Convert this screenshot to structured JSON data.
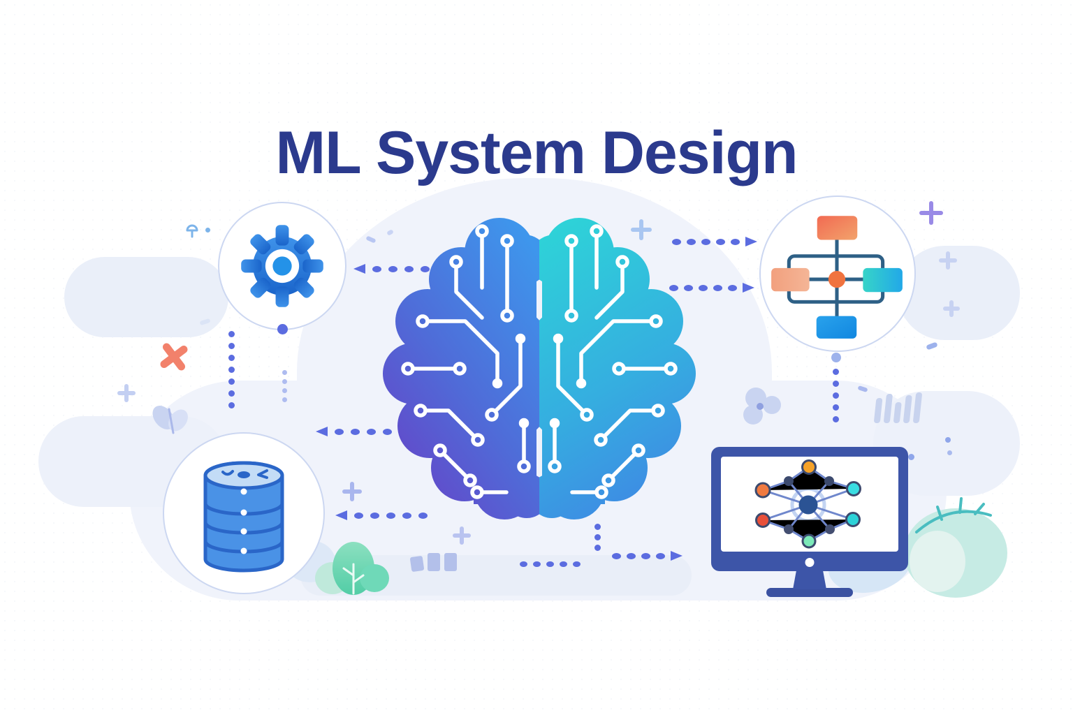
{
  "title": "ML System Design",
  "palette": {
    "title_text": "#2b3a8d",
    "arrow_periwinkle": "#5b6ce0",
    "circle_border": "#ccd7f1",
    "gear_blue_top": "#3f93ea",
    "gear_blue_bottom": "#1a64ca",
    "brain_left_top": "#3e96ec",
    "brain_left_bottom": "#6a3cc4",
    "brain_right_top": "#2ed2d8",
    "brain_right_bottom": "#3f86e4",
    "flowchart_coral": "#f26a52",
    "flowchart_peach": "#f4a688",
    "flowchart_teal": "#36d4c8",
    "flowchart_blue": "#1d9ae8",
    "flowchart_line": "#2e6086",
    "flowchart_center_node": "#f0733f",
    "database_blue": "#4a92e6",
    "database_outline": "#2a66c8",
    "database_top": "#c3dcf6",
    "monitor_navy": "#3d55a8",
    "net_orange": "#f5a229",
    "net_deep_orange": "#f07a40",
    "net_red": "#e8503a",
    "net_mint": "#7ce9b9",
    "net_cyan": "#3adde2",
    "net_center_navy": "#2b5394",
    "decor_coral_spark": "#f2816b",
    "decor_light_periwinkle": "#c9d4f1",
    "plant_mint": "#c6ebe4",
    "plant_teal_branch": "#49bdc0"
  },
  "icons": [
    "gear-icon",
    "flowchart-icon",
    "brain-circuit-icon",
    "database-icon",
    "monitor-neural-network-icon"
  ],
  "arrows": [
    {
      "between": "brain and gear",
      "direction": "left"
    },
    {
      "between": "brain and flowchart (upper)",
      "direction": "right"
    },
    {
      "between": "brain and flowchart (lower)",
      "direction": "right"
    },
    {
      "between": "gear and database",
      "direction": "down dotted"
    },
    {
      "between": "flowchart and monitor",
      "direction": "down dotted"
    },
    {
      "between": "brain and gear (lower)",
      "direction": "left"
    },
    {
      "between": "brain and database",
      "direction": "left"
    },
    {
      "between": "brain and monitor",
      "direction": "right"
    }
  ]
}
